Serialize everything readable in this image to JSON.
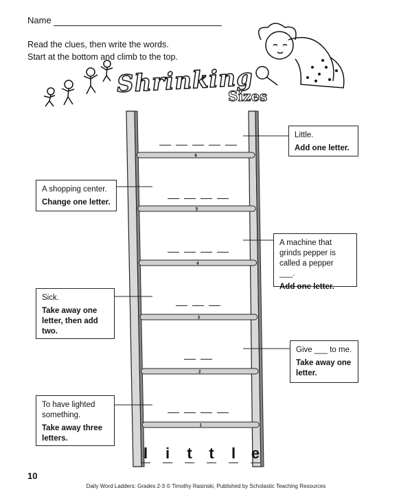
{
  "header": {
    "name_label": "Name",
    "instructions": [
      "Read the clues, then write the words.",
      "Start at the bottom and climb to the top."
    ],
    "title": "Shrinking",
    "subtitle": "Sizes"
  },
  "rungs": [
    {
      "number": "6",
      "clue": "Little.",
      "rule": "Add one letter.",
      "blanks": 5
    },
    {
      "number": "5",
      "clue": "A shopping center.",
      "rule": "Change one letter.",
      "blanks": 4
    },
    {
      "number": "4",
      "clue": "A machine that grinds pepper is called a pepper ___.",
      "rule": "Add one letter.",
      "blanks": 4
    },
    {
      "number": "3",
      "clue": "Sick.",
      "rule": "Take away one letter, then add two.",
      "blanks": 3
    },
    {
      "number": "2",
      "clue": "Give ___ to me.",
      "rule": "Take away one letter.",
      "blanks": 2
    },
    {
      "number": "1",
      "clue": "To have lighted something.",
      "rule": "Take away three letters.",
      "blanks": 4
    }
  ],
  "start_word": [
    "l",
    "i",
    "t",
    "t",
    "l",
    "e"
  ],
  "page_number": "10",
  "footer": "Daily Word Ladders: Grades 2-3 © Timothy Rasinski, Published by Scholastic Teaching Resources"
}
